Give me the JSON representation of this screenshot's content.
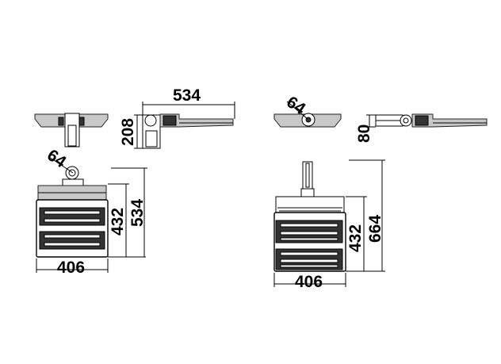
{
  "dimensions": {
    "left_side_height": "208",
    "top_side_length": "534",
    "left_rotation": "64",
    "left_front_height": "432",
    "left_front_total": "534",
    "left_front_width": "406",
    "right_rotation": "64",
    "right_side_height": "80",
    "right_front_height": "432",
    "right_front_total": "664",
    "right_front_width": "406"
  },
  "colors": {
    "line": "#000000",
    "fill_gray": "#c8c8c8",
    "fill_dark": "#333333",
    "background": "#ffffff"
  }
}
